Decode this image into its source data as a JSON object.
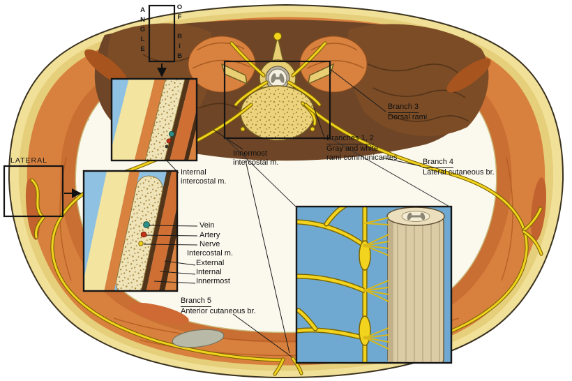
{
  "labels": {
    "angle_vertical": "ANGLE",
    "of_rib_vertical": "OF RIB",
    "lateral": "LATERAL",
    "internal_intercostal": [
      "Internal",
      "intercostal m."
    ],
    "innermost_intercostal": [
      "Innermost",
      "intercostal m."
    ],
    "branch3": [
      "Branch 3",
      "Dorsal rami"
    ],
    "branches12": [
      "Branches 1, 2",
      "Gray and white",
      "rami communicantes"
    ],
    "branch4": [
      "Branch 4",
      "Lateral cutaneous br."
    ],
    "vein": "Vein",
    "artery": "Artery",
    "nerve": "Nerve",
    "intercostal_m": "Intercostal m.",
    "external": "External",
    "internal": "Internal",
    "innermost": "Innermost",
    "branch5": [
      "Branch 5",
      "Anterior cutaneous br."
    ]
  },
  "palette": {
    "nerve_yellow": "#f2d31e",
    "muscle_orange": "#d9823f",
    "deep_orange": "#cf6f33",
    "fat_yellow": "#f1e098",
    "bone_tan": "#ecd27b",
    "muscle_brown": "#6e4526",
    "inset_blue": "#6fa9d1",
    "cartilage_gray": "#b9b9a7",
    "vein_teal": "#2f8f86",
    "artery_red": "#c23318"
  }
}
